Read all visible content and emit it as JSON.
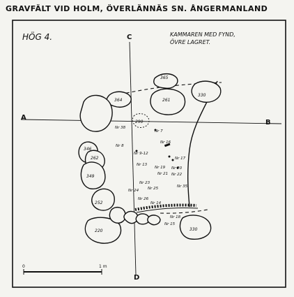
{
  "title": "GRAVFÄLT VID HOLM, ÖVERLÄNNÄS SN. ÅNGERMANLAND",
  "mound": "HÖG 4.",
  "caption_line1": "KAMMAREN MED FYND,",
  "caption_line2": "ÖVRE LAGRET.",
  "axes": {
    "a": "A",
    "b": "B",
    "c": "C",
    "d": "D"
  },
  "scale": {
    "start": "0",
    "end": "1 m"
  },
  "stone_labels": {
    "s365": "365",
    "s330a": "330",
    "s261": "261",
    "s364": "364",
    "s290": "290",
    "s346": "346",
    "s262": "262",
    "s349": "349",
    "s252": "252",
    "s220": "220",
    "s330b": "330"
  },
  "finds": {
    "f38": "Nr 38",
    "f7": "Nr 7",
    "f8": "Nr 8",
    "f16": "Nr 16",
    "f9": "Nr 9-12",
    "f13": "Nr 13",
    "f17": "Nr 17",
    "f19": "Nr 19",
    "f20": "Nr 20",
    "f21": "Nr 21",
    "f22": "Nr 22",
    "f23": "Nr 23",
    "f24": "Nr 24",
    "f25": "Nr 25",
    "f26": "Nr 26",
    "f35": "Nr 35",
    "f14": "Nr 14",
    "f15": "Nr 15",
    "f18": "Nr 18"
  }
}
